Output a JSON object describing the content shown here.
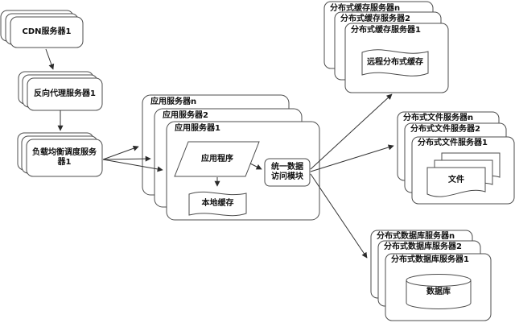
{
  "diagram_type": "distributed-web-architecture-flowchart",
  "colors": {
    "background": "#ffffff",
    "shape_fill": "#ffffff",
    "shape_stroke": "#4c4c4c",
    "arrow": "#333333",
    "text": "#111111"
  },
  "nodes": {
    "cdn": "CDN服务器1",
    "reverse_proxy": "反向代理服务器1",
    "load_balancer_line1": "负载均衡调度服务",
    "load_balancer_line2": "器1",
    "app_server_n": "应用服务器n",
    "app_server_2": "应用服务器2",
    "app_server_1": "应用服务器1",
    "app_program": "应用程序",
    "local_cache": "本地缓存",
    "data_access_module_line1": "统一数据",
    "data_access_module_line2": "访问模块",
    "cache_server_n": "分布式缓存服务器n",
    "cache_server_2": "分布式缓存服务器2",
    "cache_server_1": "分布式缓存服务器1",
    "remote_cache": "远程分布式缓存",
    "file_server_n": "分布式文件服务器n",
    "file_server_2": "分布式文件服务器2",
    "file_server_1": "分布式文件服务器1",
    "file": "文件",
    "db_server_n": "分布式数据库服务器n",
    "db_server_2": "分布式数据库服务器2",
    "db_server_1": "分布式数据库服务器1",
    "database": "数据库"
  },
  "edges": [
    {
      "from": "cdn",
      "to": "reverse_proxy"
    },
    {
      "from": "reverse_proxy",
      "to": "load_balancer"
    },
    {
      "from": "load_balancer",
      "to": "app_server_n"
    },
    {
      "from": "load_balancer",
      "to": "app_server_2"
    },
    {
      "from": "load_balancer",
      "to": "app_server_1"
    },
    {
      "from": "app_program",
      "to": "local_cache"
    },
    {
      "from": "app_program",
      "to": "data_access_module"
    },
    {
      "from": "data_access_module",
      "to": "cache_server_1"
    },
    {
      "from": "data_access_module",
      "to": "file_server_n"
    },
    {
      "from": "data_access_module",
      "to": "db_server_n"
    }
  ]
}
